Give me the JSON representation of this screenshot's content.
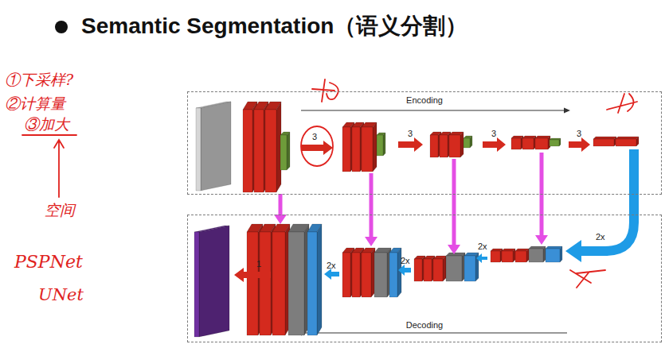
{
  "diagram": {
    "title": "Semantic Segmentation（语义分割）",
    "nodes": [
      {
        "text": [
          "Encoding"
        ]
      },
      {
        "text": [
          "Decoding"
        ]
      }
    ],
    "labels": [
      "①下采样?",
      "②计算量",
      "③加大",
      "空间",
      "PSPNet",
      "UNet",
      "3",
      "3",
      "3",
      "3",
      "2x",
      "1",
      "2x",
      "2x",
      "2x"
    ]
  }
}
